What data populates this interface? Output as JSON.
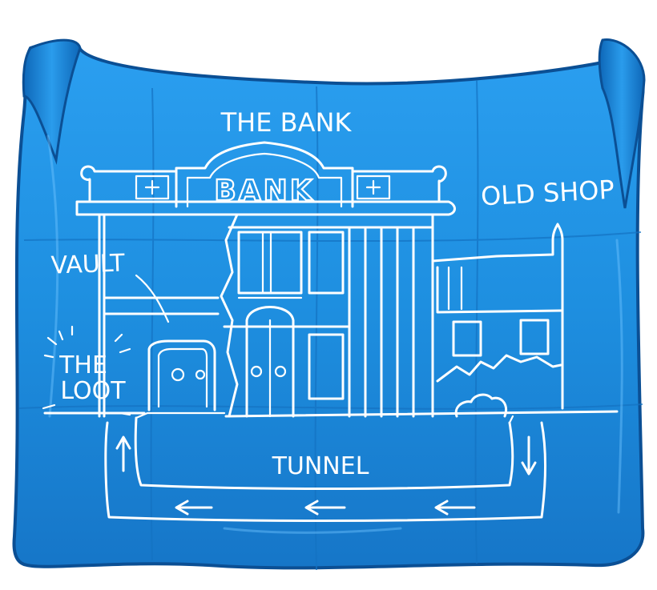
{
  "colors": {
    "paper": "#1e8fe0",
    "paper_dark": "#0d62b0",
    "paper_edge": "#0b4f94",
    "line": "#ffffff"
  },
  "labels": {
    "bank_title": "THE BANK",
    "bank_sign": "BANK",
    "old_shop": "OLD SHOP",
    "vault": "VAULT",
    "loot_line1": "THE",
    "loot_line2": "LOOT",
    "tunnel": "TUNNEL"
  },
  "icons": {
    "tunnel_arrows": [
      "arrow-up-icon",
      "arrow-down-icon",
      "arrow-left-icon"
    ]
  }
}
